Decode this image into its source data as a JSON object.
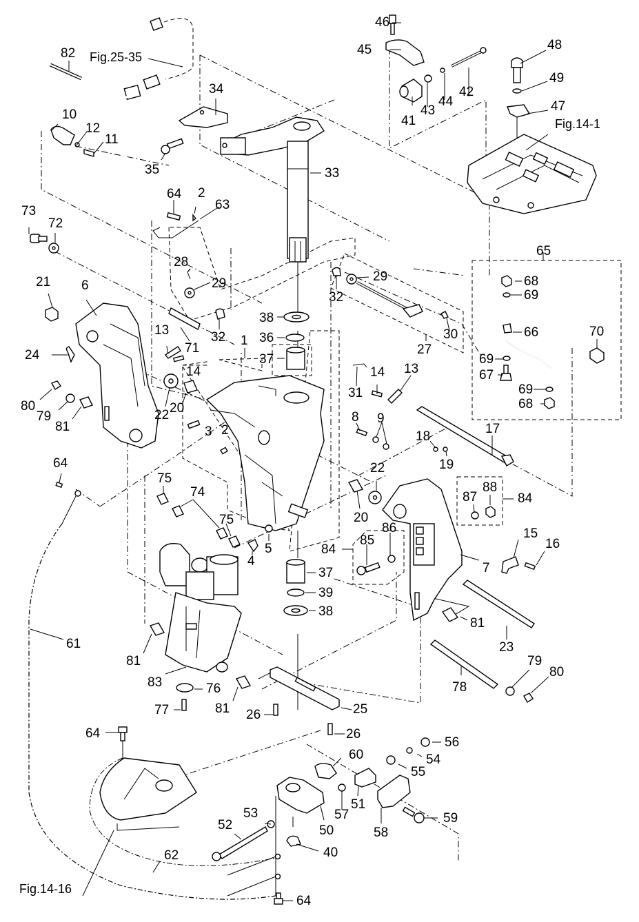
{
  "diagram": {
    "type": "exploded-parts-view",
    "references": [
      {
        "id": "fig-25-35",
        "text": "Fig.25-35"
      },
      {
        "id": "fig-14-1",
        "text": "Fig.14-1"
      },
      {
        "id": "fig-14-16",
        "text": "Fig.14-16"
      }
    ],
    "callouts": [
      {
        "n": "82"
      },
      {
        "n": "10"
      },
      {
        "n": "12"
      },
      {
        "n": "11"
      },
      {
        "n": "34"
      },
      {
        "n": "35"
      },
      {
        "n": "46"
      },
      {
        "n": "45"
      },
      {
        "n": "41"
      },
      {
        "n": "43"
      },
      {
        "n": "44"
      },
      {
        "n": "42"
      },
      {
        "n": "48"
      },
      {
        "n": "49"
      },
      {
        "n": "47"
      },
      {
        "n": "33"
      },
      {
        "n": "64"
      },
      {
        "n": "2"
      },
      {
        "n": "63"
      },
      {
        "n": "73"
      },
      {
        "n": "72"
      },
      {
        "n": "28"
      },
      {
        "n": "29"
      },
      {
        "n": "32"
      },
      {
        "n": "38"
      },
      {
        "n": "36"
      },
      {
        "n": "37"
      },
      {
        "n": "21"
      },
      {
        "n": "6"
      },
      {
        "n": "71"
      },
      {
        "n": "13"
      },
      {
        "n": "14"
      },
      {
        "n": "24"
      },
      {
        "n": "1"
      },
      {
        "n": "22"
      },
      {
        "n": "20"
      },
      {
        "n": "80"
      },
      {
        "n": "79"
      },
      {
        "n": "81"
      },
      {
        "n": "3"
      },
      {
        "n": "2"
      },
      {
        "n": "29"
      },
      {
        "n": "32"
      },
      {
        "n": "30"
      },
      {
        "n": "27"
      },
      {
        "n": "31"
      },
      {
        "n": "14"
      },
      {
        "n": "13"
      },
      {
        "n": "65"
      },
      {
        "n": "68"
      },
      {
        "n": "69"
      },
      {
        "n": "66"
      },
      {
        "n": "70"
      },
      {
        "n": "69"
      },
      {
        "n": "67"
      },
      {
        "n": "69"
      },
      {
        "n": "68"
      },
      {
        "n": "8"
      },
      {
        "n": "9"
      },
      {
        "n": "18"
      },
      {
        "n": "19"
      },
      {
        "n": "17"
      },
      {
        "n": "22"
      },
      {
        "n": "20"
      },
      {
        "n": "87"
      },
      {
        "n": "88"
      },
      {
        "n": "84"
      },
      {
        "n": "84"
      },
      {
        "n": "85"
      },
      {
        "n": "86"
      },
      {
        "n": "15"
      },
      {
        "n": "16"
      },
      {
        "n": "7"
      },
      {
        "n": "64"
      },
      {
        "n": "75"
      },
      {
        "n": "74"
      },
      {
        "n": "75"
      },
      {
        "n": "4"
      },
      {
        "n": "5"
      },
      {
        "n": "37"
      },
      {
        "n": "39"
      },
      {
        "n": "38"
      },
      {
        "n": "61"
      },
      {
        "n": "81"
      },
      {
        "n": "83"
      },
      {
        "n": "76"
      },
      {
        "n": "77"
      },
      {
        "n": "81"
      },
      {
        "n": "26"
      },
      {
        "n": "25"
      },
      {
        "n": "26"
      },
      {
        "n": "81"
      },
      {
        "n": "23"
      },
      {
        "n": "79"
      },
      {
        "n": "80"
      },
      {
        "n": "78"
      },
      {
        "n": "64"
      },
      {
        "n": "60"
      },
      {
        "n": "56"
      },
      {
        "n": "54"
      },
      {
        "n": "55"
      },
      {
        "n": "53"
      },
      {
        "n": "52"
      },
      {
        "n": "57"
      },
      {
        "n": "51"
      },
      {
        "n": "50"
      },
      {
        "n": "58"
      },
      {
        "n": "59"
      },
      {
        "n": "40"
      },
      {
        "n": "62"
      },
      {
        "n": "64"
      }
    ]
  }
}
